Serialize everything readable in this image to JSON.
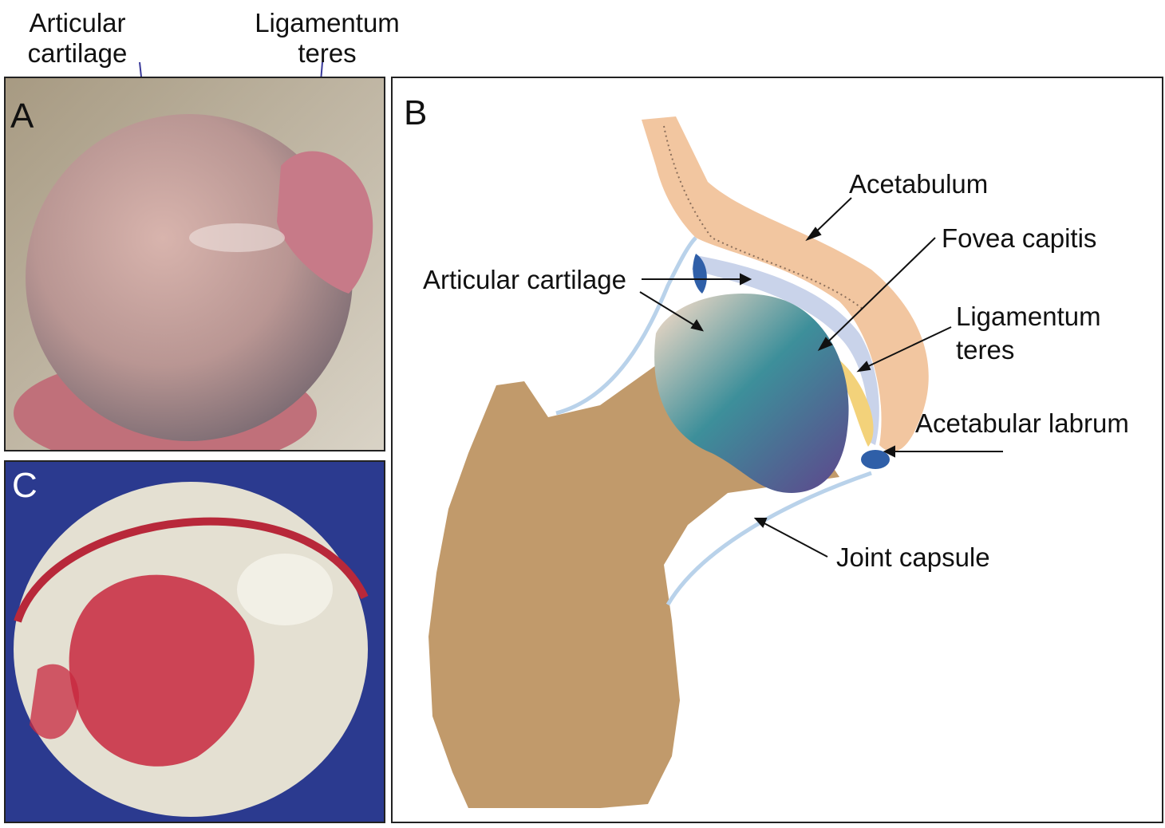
{
  "panel_a": {
    "letter": "A",
    "label_articular": [
      "Articular",
      "cartilage"
    ],
    "label_ligamentum": [
      "Ligamentum",
      "teres"
    ]
  },
  "panel_b": {
    "letter": "B",
    "labels": {
      "acetabulum": "Acetabulum",
      "fovea_capitis": "Fovea capitis",
      "articular_cartilage": "Articular cartilage",
      "ligamentum_teres_line1": "Ligamentum",
      "ligamentum_teres_line2": "teres",
      "acetabular_labrum": "Acetabular labrum",
      "joint_capsule": "Joint capsule"
    }
  },
  "panel_c": {
    "letter": "C"
  },
  "colors": {
    "bone": "#c19a6b",
    "acetabulum": "#f2c6a0",
    "head_top": "#d8cfc0",
    "head_mid": "#3d8f9a",
    "head_bottom": "#5a4f8e",
    "ligament": "#f3d27a",
    "labrum": "#2f5fa8",
    "panel_c_bg": "#2b3a8f"
  }
}
